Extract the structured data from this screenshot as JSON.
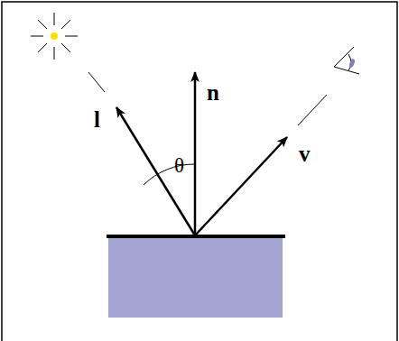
{
  "diagram": {
    "labels": [
      "l",
      "n",
      "θ",
      "v"
    ]
  }
}
